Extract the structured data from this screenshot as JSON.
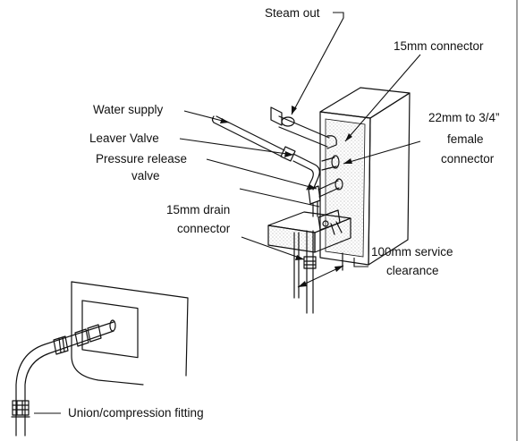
{
  "labels": {
    "steam_out": "Steam out",
    "connector_15mm": "15mm connector",
    "water_supply": "Water  supply",
    "leaver_valve": "Leaver Valve",
    "pressure_release_1": "Pressure release",
    "pressure_release_2": "valve",
    "reducer_1": "22mm to 3/4”",
    "reducer_2": "female",
    "reducer_3": "connector",
    "drain_1": "15mm drain",
    "drain_2": "connector",
    "clearance_1": "100mm service",
    "clearance_2": "clearance",
    "union": "Union/compression fitting"
  }
}
